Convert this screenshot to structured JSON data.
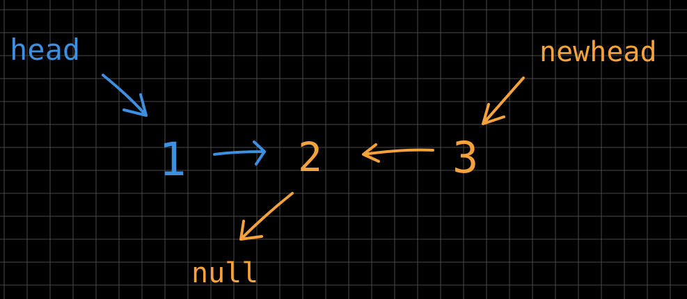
{
  "colors": {
    "background": "#000000",
    "grid": "#4a4a4a",
    "blue": "#3d8fe0",
    "orange": "#f4a23c"
  },
  "labels": {
    "head": "head",
    "newhead": "newhead",
    "null": "null"
  },
  "nodes": [
    {
      "value": "1",
      "color": "blue"
    },
    {
      "value": "2",
      "color": "orange"
    },
    {
      "value": "3",
      "color": "orange"
    }
  ],
  "arrows": [
    {
      "from": "head",
      "to": "1",
      "color": "blue",
      "icon": "arrow-icon"
    },
    {
      "from": "1",
      "to": "2",
      "color": "blue",
      "icon": "arrow-icon"
    },
    {
      "from": "3",
      "to": "2",
      "color": "orange",
      "icon": "arrow-icon"
    },
    {
      "from": "newhead",
      "to": "3",
      "color": "orange",
      "icon": "arrow-icon"
    },
    {
      "from": "2",
      "to": "null",
      "color": "orange",
      "icon": "arrow-icon"
    }
  ]
}
